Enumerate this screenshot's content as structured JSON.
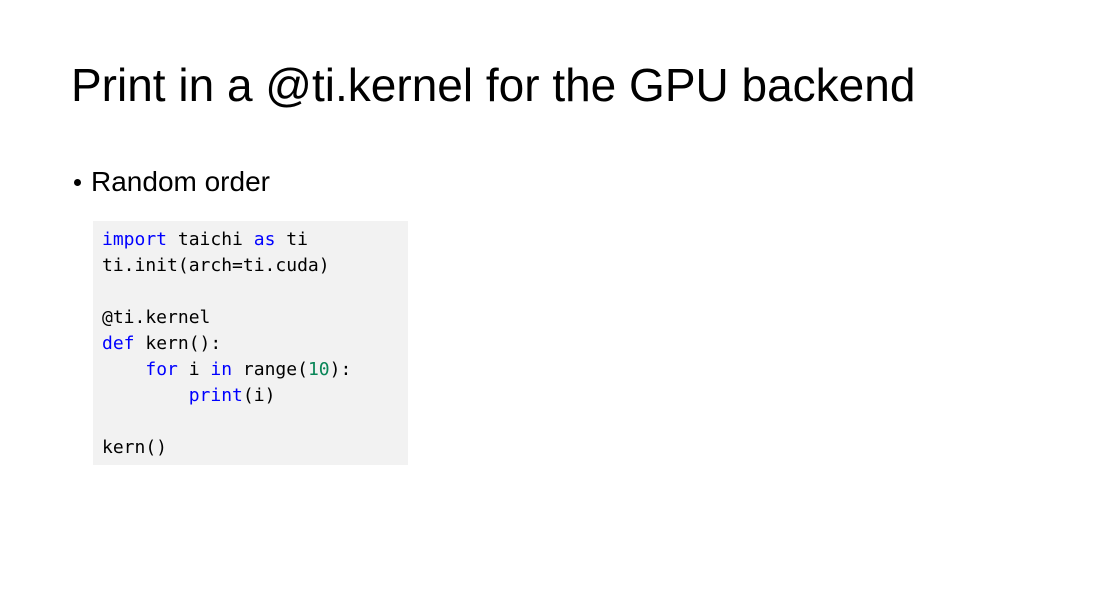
{
  "slide": {
    "title": "Print in a @ti.kernel for the GPU backend",
    "bullets": [
      {
        "text": "Random order"
      }
    ]
  },
  "code": {
    "language": "python",
    "colors": {
      "background": "#f2f2f2",
      "keyword": "#0000ff",
      "number": "#098658",
      "text": "#000000"
    },
    "lines": [
      [
        {
          "t": "import",
          "k": "kw"
        },
        {
          "t": " taichi "
        },
        {
          "t": "as",
          "k": "kw"
        },
        {
          "t": " ti"
        }
      ],
      [
        {
          "t": "ti.init(arch=ti.cuda)"
        }
      ],
      [],
      [
        {
          "t": "@ti.kernel"
        }
      ],
      [
        {
          "t": "def",
          "k": "kw"
        },
        {
          "t": " kern():"
        }
      ],
      [
        {
          "t": "    "
        },
        {
          "t": "for",
          "k": "kw"
        },
        {
          "t": " i "
        },
        {
          "t": "in",
          "k": "kw"
        },
        {
          "t": " range("
        },
        {
          "t": "10",
          "k": "num"
        },
        {
          "t": "):"
        }
      ],
      [
        {
          "t": "        "
        },
        {
          "t": "print",
          "k": "builtin"
        },
        {
          "t": "(i)"
        }
      ],
      [],
      [
        {
          "t": "kern()"
        }
      ]
    ]
  }
}
